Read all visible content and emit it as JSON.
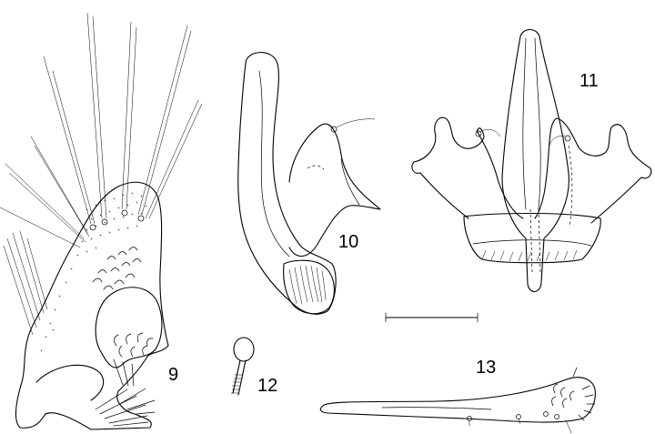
{
  "figure_labels": {
    "fig9": "9",
    "fig10": "10",
    "fig11": "11",
    "fig12": "12",
    "fig13": "13"
  },
  "colors": {
    "ink": "#000000",
    "background": "#ffffff"
  }
}
